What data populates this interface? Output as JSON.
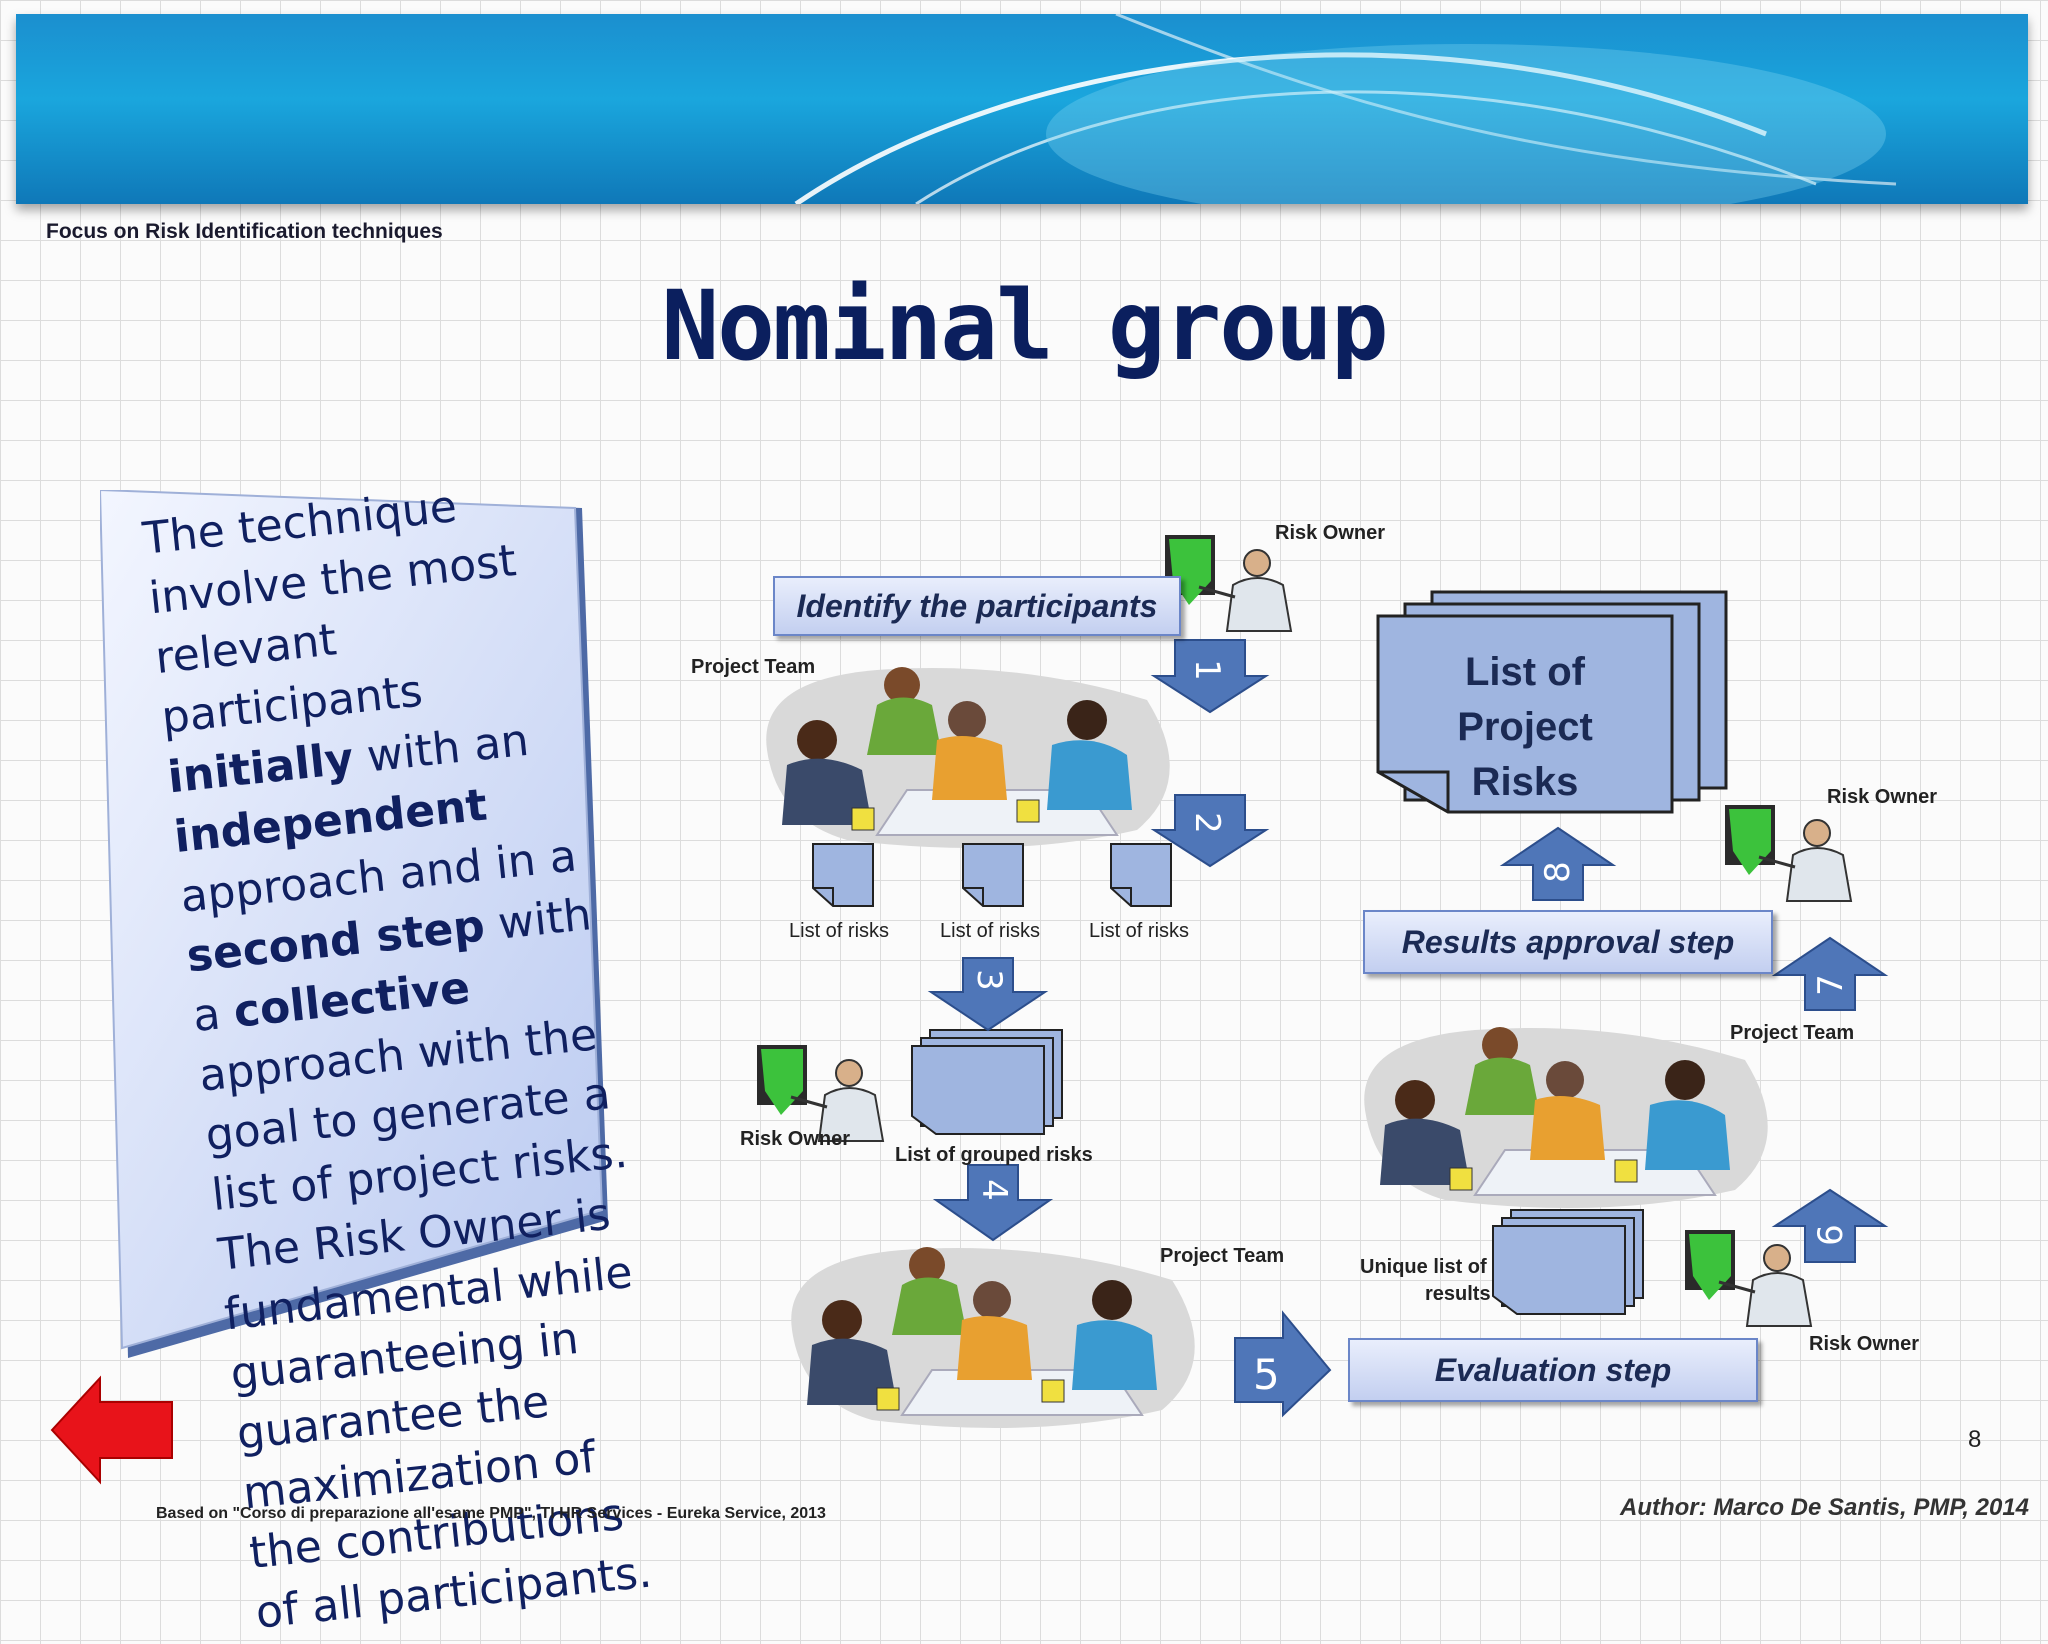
{
  "header": {
    "breadcrumb": "Focus on Risk Identification techniques"
  },
  "slide": {
    "title": "Nominal group",
    "description": [
      {
        "text": "The technique involve the most relevant participants ",
        "bold": false
      },
      {
        "text": "initially",
        "bold": true
      },
      {
        "text": " with an ",
        "bold": false
      },
      {
        "text": "independent",
        "bold": true
      },
      {
        "text": " approach and in a ",
        "bold": false
      },
      {
        "text": "second step",
        "bold": true
      },
      {
        "text": " with a ",
        "bold": false
      },
      {
        "text": "collective",
        "bold": true
      },
      {
        "text": " approach with the goal to generate a list of project risks. The Risk Owner is fundamental while guaranteeing  in guarantee the maximization of the contributions of all participants.",
        "bold": false
      }
    ],
    "page_number": "8"
  },
  "diagram": {
    "labels": {
      "risk_owner_top": "Risk Owner",
      "project_team_top": "Project Team",
      "list_risks_1": "List of risks",
      "list_risks_2": "List of risks",
      "list_risks_3": "List of risks",
      "risk_owner_mid": "Risk Owner",
      "list_grouped": "List of grouped risks",
      "project_team_bottom": "Project Team",
      "risk_owner_right": "Risk Owner",
      "project_team_right": "Project Team",
      "unique_list_line1": "Unique list of",
      "unique_list_line2": "results",
      "risk_owner_bottom_right": "Risk Owner"
    },
    "steps": {
      "identify": "Identify the participants",
      "results_approval": "Results approval step",
      "evaluation": "Evaluation step"
    },
    "big_list": {
      "line1": "List of",
      "line2": "Project",
      "line3": "Risks"
    },
    "arrow_numbers": [
      "1",
      "2",
      "3",
      "4",
      "5",
      "6",
      "7",
      "8"
    ]
  },
  "footer": {
    "source": "Based on  \"Corso di preparazione all'esame PMP\", TI HR Services - Eureka Service, 2013",
    "author": "Author: Marco De Santis, PMP, 2014"
  },
  "colors": {
    "title": "#0b1f5e",
    "arrow_fill": "#4f76b8",
    "back_arrow": "#e8131a",
    "doc_fill": "#9fb5e0"
  },
  "icons": [
    "back-arrow-icon",
    "presenter-icon",
    "meeting-team-icon",
    "document-icon"
  ]
}
